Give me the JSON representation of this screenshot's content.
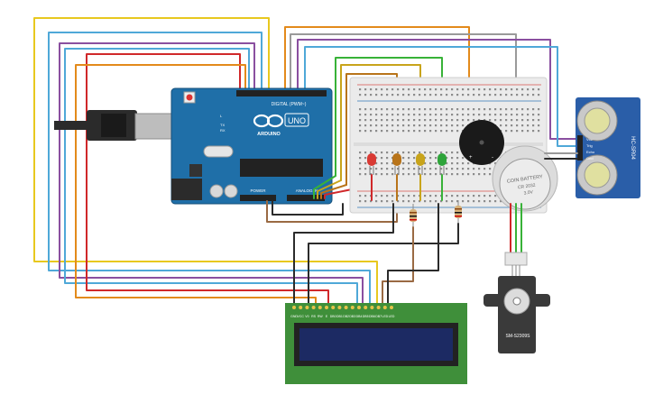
{
  "arduino": {
    "brand": "ARDUINO",
    "model": "UNO",
    "digital_label": "DIGITAL (PWM~)",
    "power_label": "POWER",
    "analog_label": "ANALOG IN",
    "tx_label": "TX",
    "rx_label": "RX",
    "l_label": "L",
    "board_color": "#1f6fa8",
    "usb_color": "#2b2b2b"
  },
  "breadboard": {
    "color": "#ebebeb",
    "hole_color": "#8c8c8c",
    "rail_red": "#d9534f",
    "rail_blue": "#337ab7"
  },
  "leds": [
    {
      "color": "#d93a34"
    },
    {
      "color": "#b8741a"
    },
    {
      "color": "#c8a41b"
    },
    {
      "color": "#2ea43a"
    }
  ],
  "sensor": {
    "model": "HC-SR04",
    "pins": [
      "Vcc",
      "Trig",
      "Echo",
      "Gnd"
    ],
    "color": "#2a5ea8"
  },
  "battery": {
    "line1": "COIN BATTERY",
    "line2": "CR 2032",
    "line3": "3.0V"
  },
  "servo": {
    "model": "SM-S2309S"
  },
  "lcd": {
    "pins": [
      "GND",
      "VCC",
      "V0",
      "RS",
      "RW",
      "E",
      "DB0",
      "DB1",
      "DB2",
      "DB3",
      "DB4",
      "DB5",
      "DB6",
      "DB7",
      "LED",
      "LED"
    ],
    "pcb_color": "#3f8f3a",
    "screen_color": "#1c2a63"
  },
  "wire_colors": {
    "yellow": "#e8c81f",
    "orange": "#e38a1b",
    "blue": "#4fa8d8",
    "purple": "#8a4fa0",
    "red": "#d0282a",
    "green": "#38b238",
    "brown": "#9a6a43",
    "gray": "#9a9a9a",
    "black": "#2b2b2b"
  }
}
